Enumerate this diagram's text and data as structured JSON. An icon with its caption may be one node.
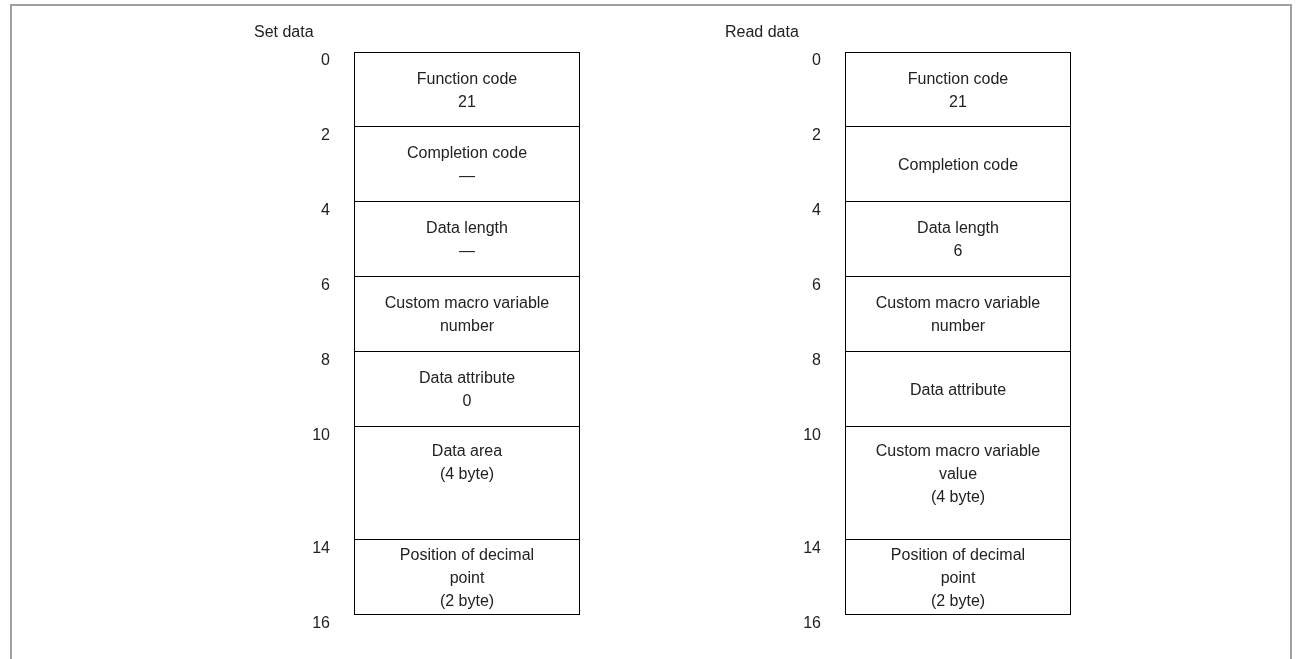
{
  "diagram": {
    "nodes": [
      {
        "text": [
          "Function code",
          "21"
        ]
      },
      {
        "text": [
          "Completion code",
          "—"
        ]
      },
      {
        "text": [
          "Data length",
          "—"
        ]
      },
      {
        "text": [
          "Custom macro variable number"
        ]
      },
      {
        "text": [
          "Data attribute",
          "0"
        ]
      },
      {
        "text": [
          "Data area",
          "(4 byte)"
        ]
      },
      {
        "text": [
          "Position of decimal point",
          "(2 byte)"
        ]
      },
      {
        "text": [
          "Function code",
          "21"
        ]
      },
      {
        "text": [
          "Completion code"
        ]
      },
      {
        "text": [
          "Data length",
          "6"
        ]
      },
      {
        "text": [
          "Custom macro variable number"
        ]
      },
      {
        "text": [
          "Data attribute"
        ]
      },
      {
        "text": [
          "Custom macro variable value",
          "(4 byte)"
        ]
      },
      {
        "text": [
          "Position of decimal point",
          "(2 byte)"
        ]
      }
    ],
    "labels": [
      "Set data",
      "0",
      "2",
      "4",
      "6",
      "8",
      "10",
      "14",
      "16",
      "Read data",
      "0",
      "2",
      "4",
      "6",
      "8",
      "10",
      "14",
      "16"
    ]
  }
}
